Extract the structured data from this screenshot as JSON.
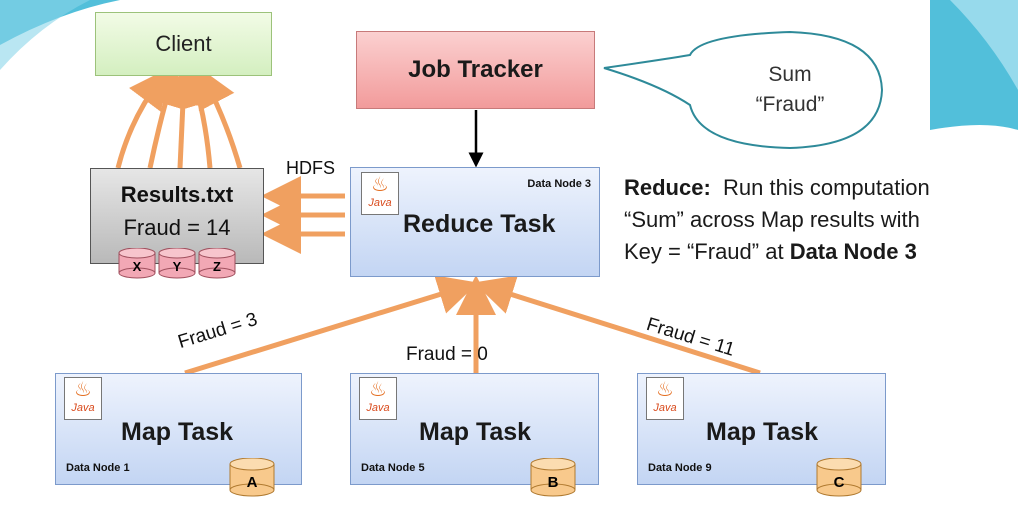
{
  "client": {
    "label": "Client"
  },
  "job_tracker": {
    "label": "Job Tracker"
  },
  "bubble": {
    "line1": "Sum",
    "line2": "“Fraud”"
  },
  "hdfs": {
    "label": "HDFS"
  },
  "results": {
    "title": "Results.txt",
    "value": "Fraud = 14",
    "disks": [
      "X",
      "Y",
      "Z"
    ]
  },
  "reduce_task": {
    "title": "Reduce Task",
    "node_label": "Data Node 3",
    "icon_label": "Java"
  },
  "reduce_description": {
    "prefix_bold": "Reduce:",
    "line1_rest": "  Run this computation",
    "line2": "“Sum” across Map results with",
    "line3_start": "Key = “Fraud” at ",
    "line3_bold": "Data Node 3"
  },
  "map_tasks": [
    {
      "title": "Map Task",
      "node_label": "Data Node 1",
      "disk": "A",
      "icon_label": "Java",
      "edge_label": "Fraud = 3"
    },
    {
      "title": "Map Task",
      "node_label": "Data Node 5",
      "disk": "B",
      "icon_label": "Java",
      "edge_label": "Fraud = 0"
    },
    {
      "title": "Map Task",
      "node_label": "Data Node 9",
      "disk": "C",
      "icon_label": "Java",
      "edge_label": "Fraud = 11"
    }
  ],
  "colors": {
    "arrow_orange": "#f0a060",
    "task_blue": "#c3d5f3",
    "job_tracker_red": "#f29b9b",
    "client_green": "#d4efc0",
    "results_gray": "#b9b9b9",
    "disk_pink": "#f2a8b5",
    "disk_orange": "#f8c98c",
    "bubble_stroke": "#2e8a99",
    "decor_teal": "#34b4d4"
  }
}
